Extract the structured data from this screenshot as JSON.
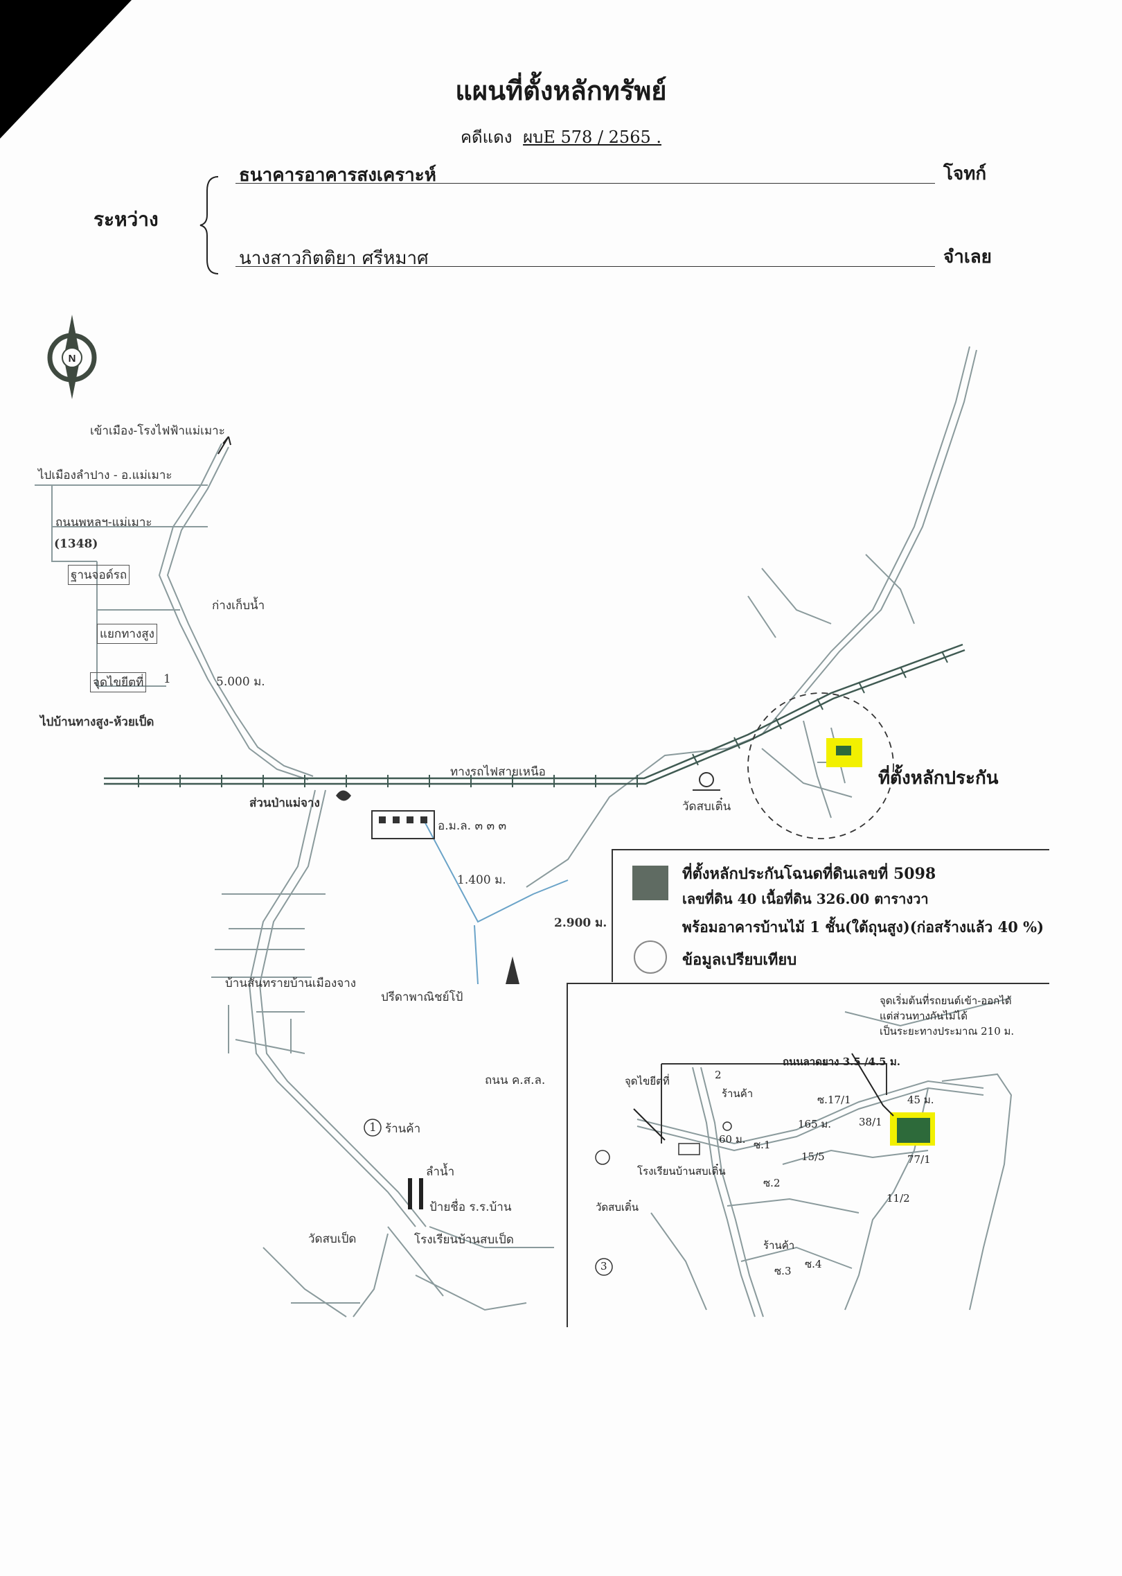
{
  "header": {
    "title": "แผนที่ตั้งหลักทรัพย์",
    "case_label": "คดีแดง",
    "case_no": "ผบE 578 / 2565 .",
    "between_label": "ระหว่าง",
    "plaintiff": "ธนาคารอาคารสงเคราะห์",
    "plaintiff_role": "โจทก์",
    "defendant": "นางสาวกิตติยา ศรีหมาศ",
    "defendant_role": "จำเลย"
  },
  "compass": {
    "letter": "N",
    "icon": "north-arrow-icon"
  },
  "map_labels": {
    "to_town_top": "เข้าเมือง-โรงไฟฟ้าแม่เมาะ",
    "to_lampang": "ไปเมืองลำปาง - อ.แม่เมาะ",
    "road_name": "ถนนพหลฯ-แม่เมาะ",
    "road_no": "(1348)",
    "checkpoint": "ฐานจอด์รถ",
    "cafe": "ก่างเก็บน้ำ",
    "junction": "แยกทางสูง",
    "marker_point": "จุดไขยีตที่",
    "marker_no": "1",
    "distance_5000": "5.000 ม.",
    "to_village": "ไปบ้านทางสูง-ห้วยเป็ด",
    "railway": "ทางรถไฟสายเหนือ",
    "station": "ส่วนป่าแม่จาง",
    "school_big": "อ.ม.ล. ๓ ๓ ๓",
    "distance_1400": "1.400 ม.",
    "distance_2900": "2.900 ม.",
    "temple_main": "วัดสบเติ๋น",
    "village_left": "บ้านสันทรายบ้านเมืองจาง",
    "office": "ปรีดาพาณิชย์โป้",
    "road_right_small": "ถนน ค.ส.ล.",
    "circle_1": "1",
    "shop_1": "ร้านค้า",
    "river": "ลำน้ำ",
    "bridge_note": "ป้ายชื่อ ร.ร.บ้าน",
    "temple_bottom": "วัดสบเป็ด",
    "school_bottom": "โรงเรียนบ้านสบเป็ด",
    "collateral_site": "ที่ตั้งหลักประกัน"
  },
  "legend": {
    "swatch_color": "#5f6b62",
    "line1": "ที่ตั้งหลักประกันโฉนดที่ดินเลขที่ 5098",
    "line2": "เลขที่ดิน 40  เนื้อที่ดิน 326.00 ตารางวา",
    "line3": "พร้อมอาคารบ้านไม้ 1 ชั้น(ใต้ถุนสูง)(ก่อสร้างแล้ว 40 %)",
    "line4": "ข้อมูลเปรียบเทียบ"
  },
  "inset": {
    "note1": "จุดเริ่มต้นที่รถยนต์เข้า-ออกได้",
    "note2": "แต่ส่วนทางกันไม่ได้",
    "note3": "เป็นระยะทางประมาณ 210 ม.",
    "road_width": "ถนนลาดยาง 3.5 /4.5 ม.",
    "marker_point": "จุดไขยีตที่",
    "marker_no": "2",
    "shop": "ร้านค้า",
    "plot_17_1": "ซ.17/1",
    "d45": "45 ม.",
    "d165": "165 ม.",
    "plot_38_1": "38/1",
    "d60": "60 ม.",
    "plot_s1": "ซ.1",
    "plot_15_5": "15/5",
    "plot_77_1": "77/1",
    "school": "โรงเรียนบ้านสบเติ๋น",
    "plot_s2": "ซ.2",
    "temple": "วัดสบเติ๋น",
    "plot_11_2": "11/2",
    "shop2": "ร้านค้า",
    "circle_3": "3",
    "plot_s3": "ซ.3",
    "plot_s4": "ซ.4",
    "highlight_color": "#f2f000",
    "plot_color": "#2d6a3a"
  }
}
